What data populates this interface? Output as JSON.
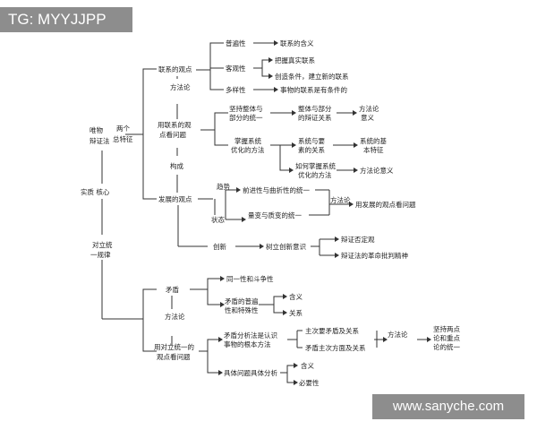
{
  "overlay": {
    "tag": "TG: MYYJJPP",
    "watermark": "www.sanyche.com"
  },
  "diagram": {
    "root": [
      "唯物",
      "辩证法"
    ],
    "features_label": [
      "两个",
      "总特征"
    ],
    "core_label": "实质 核心",
    "unity_law": [
      "对立统",
      "一规律"
    ],
    "connection": {
      "title": "联系的观点",
      "universality": "普遍性",
      "meaning": "联系的含义",
      "objectivity": "客观性",
      "grasp_real": "把握真实联系",
      "create_conditions": "创造条件，建立新的联系",
      "diversity": "多样性",
      "conditional": "事物的联系是有条件的",
      "methodology": "方法论"
    },
    "connection_view": {
      "title": [
        "用联系的观",
        "点看问题"
      ],
      "whole_part": [
        "坚持整体与",
        "部分的统一"
      ],
      "whole_part_rel": [
        "整体与部分",
        "的辩证关系"
      ],
      "method_meaning": [
        "方法论",
        "意义"
      ],
      "system": [
        "掌握系统",
        "优化的方法"
      ],
      "system_elements": [
        "系统与要",
        "素的关系"
      ],
      "system_features": [
        "系统的基",
        "本特征"
      ],
      "how_system": [
        "如何掌握系统",
        "优化的方法"
      ],
      "method_meaning2": "方法论意义",
      "constitute": "构成"
    },
    "development": {
      "title": "发展的观点",
      "trend": "趋势",
      "state": "状态",
      "progressive": "前进性与曲折性的统一",
      "quantitative": "量变与质变的统一",
      "methodology": "方法论",
      "dev_view": "用发展的观点看问题",
      "innovation": "创新",
      "innovation_awareness": "树立创新意识",
      "dialectical_negation": "辩证否定观",
      "critical_spirit": "辩证法的革命批判精神"
    },
    "contradiction": {
      "title": "矛盾",
      "identity_struggle": "同一性和斗争性",
      "universality_particularity": [
        "矛盾的普遍",
        "性和特殊性"
      ],
      "meaning": "含义",
      "relation": "关系",
      "methodology": "方法论",
      "unity_view": [
        "用对立统一的",
        "观点看问题"
      ],
      "analysis_method": [
        "矛盾分析法是认识",
        "事物的根本方法"
      ],
      "main_secondary": "主次要矛盾及关系",
      "main_secondary_aspects": "矛盾主次方面及关系",
      "methodology2": "方法论",
      "adhere": [
        "坚持两点",
        "论和重点",
        "论的统一"
      ],
      "concrete_analysis": "具体问题具体分析",
      "meaning2": "含义",
      "necessity": "必要性"
    }
  }
}
